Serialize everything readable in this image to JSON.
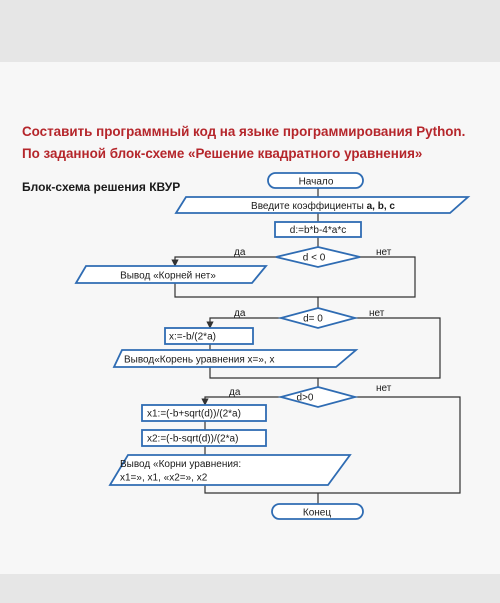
{
  "heading": {
    "line1": "Составить программный код на языке программирования Python.",
    "line2": "По заданной блок-схеме «Решение квадратного уравнения»"
  },
  "diagram": {
    "title": "Блок-схема решения КВУР",
    "start": "Начало",
    "input": {
      "prefix": "Введите коэффициенты ",
      "vars": "a, b, c"
    },
    "discriminant": "d:=b*b-4*a*c",
    "cond1": "d < 0",
    "out_none": "Вывод «Корней нет»",
    "cond2": "d= 0",
    "single_root": "x:=-b/(2*a)",
    "out_single": "Вывод«Корень уравнения x=», x",
    "cond3": "d>0",
    "root1": "x1:=(-b+sqrt(d))/(2*a)",
    "root2": "x2:=(-b-sqrt(d))/(2*a)",
    "out_two_line1": "Вывод «Корни уравнения:",
    "out_two_line2": "x1=», x1, «x2=», x2",
    "end": "Конец",
    "yes": "да",
    "no": "нет"
  },
  "colors": {
    "shape_stroke": "#2f6cb3",
    "line": "#333333",
    "heading": "#b5262b"
  }
}
